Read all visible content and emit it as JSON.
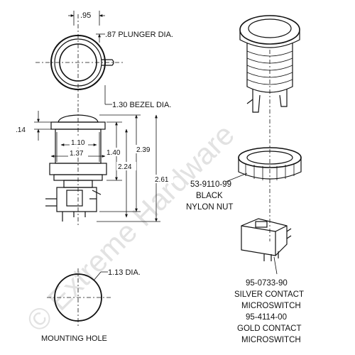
{
  "watermark": "© Extreme Hardware",
  "dimensions": {
    "top_width": ".95",
    "plunger_dia": ".87 PLUNGER DIA.",
    "bezel_dia": "1.30 BEZEL DIA.",
    "bezel_height": ".14",
    "inner_110": "1.10",
    "inner_137": "1.37",
    "height_140": "1.40",
    "height_239": "2.39",
    "height_224": "2.24",
    "height_261": "2.61",
    "hole_dia": "1.13 DIA."
  },
  "labels": {
    "mounting_hole": "MOUNTING HOLE",
    "nut_part": "53-9110-99",
    "nut_color": "BLACK",
    "nut_name": "NYLON NUT",
    "switch1_part": "95-0733-90",
    "switch1_name_1": "SILVER CONTACT",
    "switch1_name_2": "MICROSWITCH",
    "switch2_part": "95-4114-00",
    "switch2_name_1": "GOLD CONTACT",
    "switch2_name_2": "MICROSWITCH"
  }
}
